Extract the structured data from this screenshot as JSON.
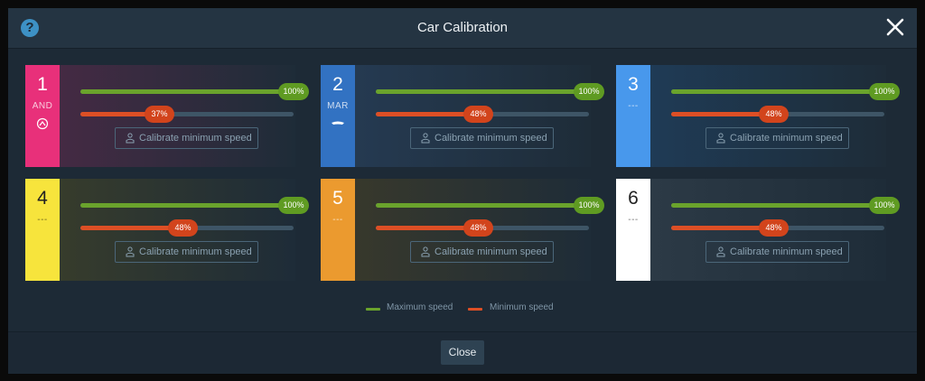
{
  "dialog": {
    "title": "Car Calibration",
    "help_icon": "question-circle-icon",
    "close_icon": "close-x-icon",
    "close_button_label": "Close"
  },
  "cars": [
    {
      "number": "1",
      "code": "AND",
      "logo_icon": "car-badge-icon",
      "stripe_color": "#e8307a",
      "text_color": "#ffffff",
      "max_speed_label": "100%",
      "max_speed_pct": 100,
      "min_speed_label": "37%",
      "min_speed_pct": 37,
      "calibrate_label": "Calibrate minimum speed",
      "theme": "#4a2a45"
    },
    {
      "number": "2",
      "code": "MAR",
      "logo_icon": "car-wing-icon",
      "stripe_color": "#3272c2",
      "text_color": "#ffffff",
      "max_speed_label": "100%",
      "max_speed_pct": 100,
      "min_speed_label": "48%",
      "min_speed_pct": 48,
      "calibrate_label": "Calibrate minimum speed",
      "theme": "#263c55"
    },
    {
      "number": "3",
      "code": "---",
      "logo_icon": "",
      "stripe_color": "#4898ec",
      "text_color": "#ffffff",
      "max_speed_label": "100%",
      "max_speed_pct": 100,
      "min_speed_label": "48%",
      "min_speed_pct": 48,
      "calibrate_label": "Calibrate minimum speed",
      "theme": "#1f3d5a"
    },
    {
      "number": "4",
      "code": "---",
      "logo_icon": "",
      "stripe_color": "#f7e43c",
      "text_color": "#222222",
      "max_speed_label": "100%",
      "max_speed_pct": 100,
      "min_speed_label": "48%",
      "min_speed_pct": 48,
      "calibrate_label": "Calibrate minimum speed",
      "theme": "#3a3e2a"
    },
    {
      "number": "5",
      "code": "---",
      "logo_icon": "",
      "stripe_color": "#eb9a2f",
      "text_color": "#ffffff",
      "max_speed_label": "100%",
      "max_speed_pct": 100,
      "min_speed_label": "48%",
      "min_speed_pct": 48,
      "calibrate_label": "Calibrate minimum speed",
      "theme": "#3b3a2a"
    },
    {
      "number": "6",
      "code": "---",
      "logo_icon": "",
      "stripe_color": "#ffffff",
      "text_color": "#222222",
      "max_speed_label": "100%",
      "max_speed_pct": 100,
      "min_speed_label": "48%",
      "min_speed_pct": 48,
      "calibrate_label": "Calibrate minimum speed",
      "theme": "#2e3c48"
    }
  ],
  "legend": {
    "max_label": "Maximum speed",
    "min_label": "Minimum speed",
    "max_color": "#6aa32c",
    "min_color": "#dd4f25"
  }
}
